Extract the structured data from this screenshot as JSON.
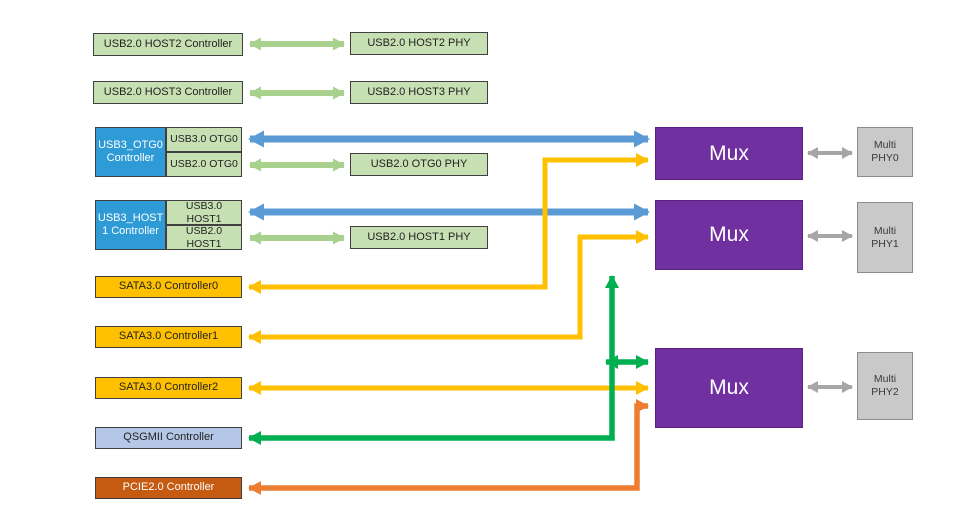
{
  "colors": {
    "light_green_box": "#c6e0b4",
    "light_green_arrow": "#a9d18e",
    "blue_box": "#2e9bd6",
    "blue_arrow": "#5b9bd5",
    "yellow": "#ffc000",
    "periwinkle_box": "#b4c7e7",
    "dark_orange_box": "#c55a11",
    "orange_arrow": "#ed7d31",
    "green_arrow": "#00b050",
    "purple_mux": "#7030a0",
    "gray_box": "#c9c9c9",
    "gray_arrow": "#a6a6a6"
  },
  "nodes": {
    "usb2_host2_ctrl": {
      "label": "USB2.0 HOST2  Controller"
    },
    "usb2_host2_phy": {
      "label": "USB2.0 HOST2 PHY"
    },
    "usb2_host3_ctrl": {
      "label": "USB2.0 HOST3 Controller"
    },
    "usb2_host3_phy": {
      "label": "USB2.0 HOST3 PHY"
    },
    "usb3_otg0_ctrl": {
      "label": "USB3_OTG0 Controller"
    },
    "usb3_otg0": {
      "label": "USB3.0 OTG0"
    },
    "usb2_otg0": {
      "label": "USB2.0 OTG0"
    },
    "usb2_otg0_phy": {
      "label": "USB2.0 OTG0 PHY"
    },
    "usb3_host1_ctrl": {
      "label": "USB3_HOST 1 Controller"
    },
    "usb3_host1": {
      "label": "USB3.0 HOST1"
    },
    "usb2_host1": {
      "label": "USB2.0 HOST1"
    },
    "usb2_host1_phy": {
      "label": "USB2.0 HOST1 PHY"
    },
    "sata0": {
      "label": "SATA3.0 Controller0"
    },
    "sata1": {
      "label": "SATA3.0 Controller1"
    },
    "sata2": {
      "label": "SATA3.0 Controller2"
    },
    "qsgmii": {
      "label": "QSGMII Controller"
    },
    "pcie": {
      "label": "PCIE2.0 Controller"
    },
    "mux0": {
      "label": "Mux"
    },
    "mux1": {
      "label": "Mux"
    },
    "mux2": {
      "label": "Mux"
    },
    "phy0": {
      "line1": "Multi",
      "line2": "PHY0"
    },
    "phy1": {
      "line1": "Multi",
      "line2": "PHY1"
    },
    "phy2": {
      "line1": "Multi",
      "line2": "PHY2"
    }
  },
  "connections": [
    {
      "from": "USB2.0 HOST2 Controller",
      "to": "USB2.0 HOST2 PHY",
      "style": "light-green",
      "bidirectional": true
    },
    {
      "from": "USB2.0 HOST3 Controller",
      "to": "USB2.0 HOST3 PHY",
      "style": "light-green",
      "bidirectional": true
    },
    {
      "from": "USB3.0 OTG0",
      "to": "Mux0",
      "style": "blue",
      "bidirectional": true
    },
    {
      "from": "USB2.0 OTG0",
      "to": "USB2.0 OTG0 PHY",
      "style": "light-green",
      "bidirectional": true
    },
    {
      "from": "USB3.0 HOST1",
      "to": "Mux1",
      "style": "blue",
      "bidirectional": true
    },
    {
      "from": "USB2.0 HOST1",
      "to": "USB2.0 HOST1 PHY",
      "style": "light-green",
      "bidirectional": true
    },
    {
      "from": "SATA3.0 Controller0",
      "to": "Mux0",
      "style": "yellow",
      "bidirectional": true
    },
    {
      "from": "SATA3.0 Controller1",
      "to": "Mux1",
      "style": "yellow",
      "bidirectional": true
    },
    {
      "from": "SATA3.0 Controller2",
      "to": "Mux2",
      "style": "yellow",
      "bidirectional": true
    },
    {
      "from": "QSGMII Controller",
      "to": "Mux1",
      "style": "green",
      "bidirectional": true
    },
    {
      "from": "QSGMII Controller",
      "to": "Mux2",
      "style": "green",
      "bidirectional": true
    },
    {
      "from": "PCIE2.0 Controller",
      "to": "Mux2",
      "style": "orange",
      "bidirectional": true
    },
    {
      "from": "Mux0",
      "to": "Multi PHY0",
      "style": "gray",
      "bidirectional": true
    },
    {
      "from": "Mux1",
      "to": "Multi PHY1",
      "style": "gray",
      "bidirectional": true
    },
    {
      "from": "Mux2",
      "to": "Multi PHY2",
      "style": "gray",
      "bidirectional": true
    }
  ]
}
